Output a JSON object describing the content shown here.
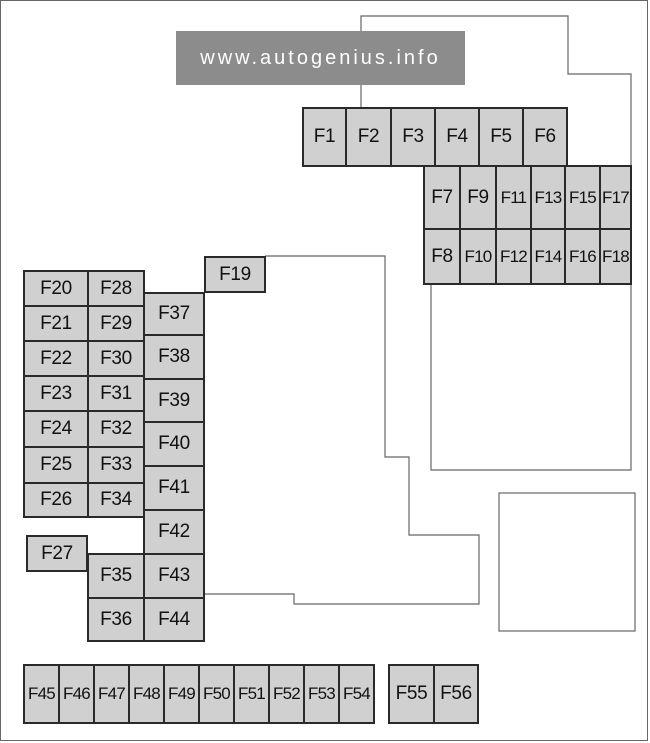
{
  "watermark": "www.autogenius.info",
  "colors": {
    "fuse_fill": "#d0d0d0",
    "fuse_border": "#2a2a2a",
    "outline": "#666666",
    "watermark_bg": "#8c8c8c"
  },
  "fuses": [
    "F1",
    "F2",
    "F3",
    "F4",
    "F5",
    "F6",
    "F7",
    "F8",
    "F9",
    "F10",
    "F11",
    "F12",
    "F13",
    "F14",
    "F15",
    "F16",
    "F17",
    "F18",
    "F19",
    "F20",
    "F21",
    "F22",
    "F23",
    "F24",
    "F25",
    "F26",
    "F27",
    "F28",
    "F29",
    "F30",
    "F31",
    "F32",
    "F33",
    "F34",
    "F35",
    "F36",
    "F37",
    "F38",
    "F39",
    "F40",
    "F41",
    "F42",
    "F43",
    "F44",
    "F45",
    "F46",
    "F47",
    "F48",
    "F49",
    "F50",
    "F51",
    "F52",
    "F53",
    "F54",
    "F55",
    "F56"
  ]
}
